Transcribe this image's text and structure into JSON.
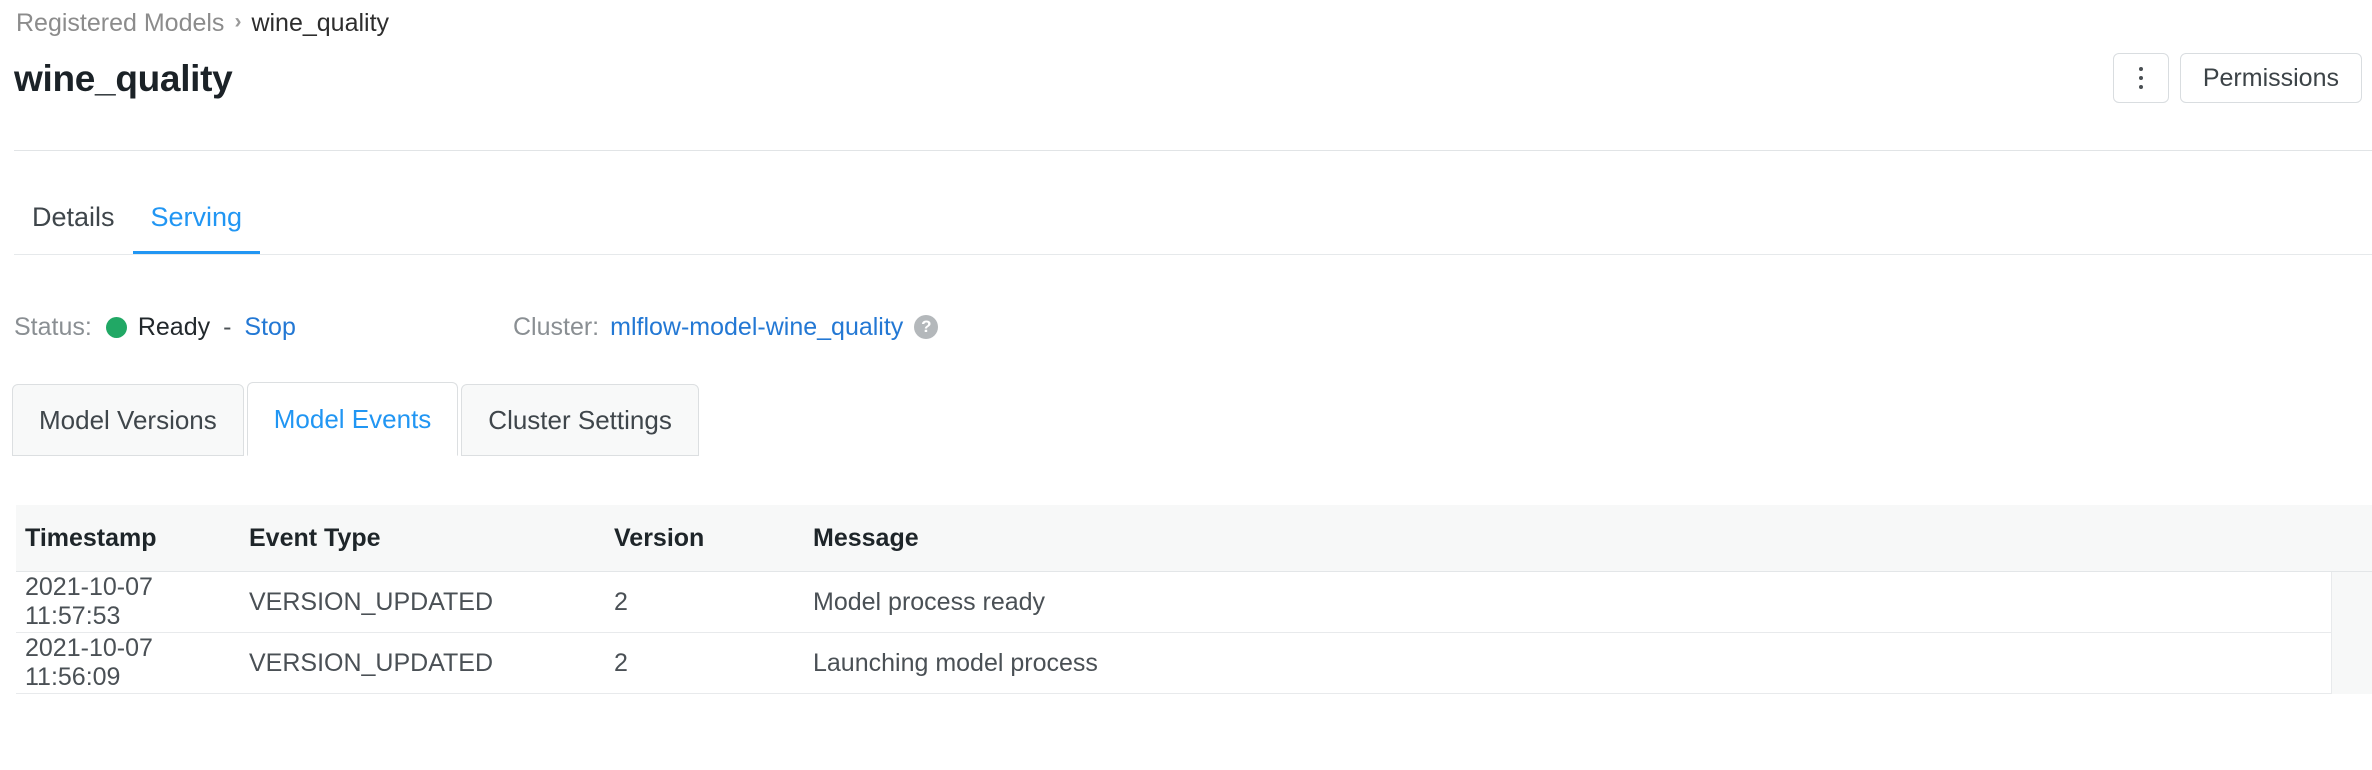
{
  "breadcrumb": {
    "parent": "Registered Models",
    "separator": "›",
    "current": "wine_quality"
  },
  "header": {
    "title": "wine_quality",
    "overflow_menu_name": "more-options",
    "permissions_label": "Permissions"
  },
  "primary_tabs": [
    {
      "label": "Details",
      "active": false
    },
    {
      "label": "Serving",
      "active": true
    }
  ],
  "status": {
    "label": "Status:",
    "value": "Ready",
    "dash": "-",
    "action_label": "Stop",
    "dot_color": "#21a865"
  },
  "cluster": {
    "label": "Cluster:",
    "name": "mlflow-model-wine_quality",
    "help_glyph": "?"
  },
  "sub_tabs": [
    {
      "label": "Model Versions",
      "active": false
    },
    {
      "label": "Model Events",
      "active": true
    },
    {
      "label": "Cluster Settings",
      "active": false
    }
  ],
  "events_table": {
    "columns": [
      "Timestamp",
      "Event Type",
      "Version",
      "Message"
    ],
    "rows": [
      {
        "timestamp": "2021-10-07 11:57:53",
        "event_type": "VERSION_UPDATED",
        "version": "2",
        "message": "Model process ready"
      },
      {
        "timestamp": "2021-10-07 11:56:09",
        "event_type": "VERSION_UPDATED",
        "version": "2",
        "message": "Launching model process"
      }
    ]
  },
  "colors": {
    "accent_blue": "#2196f3",
    "link_blue": "#2378d4",
    "status_green": "#21a865"
  }
}
